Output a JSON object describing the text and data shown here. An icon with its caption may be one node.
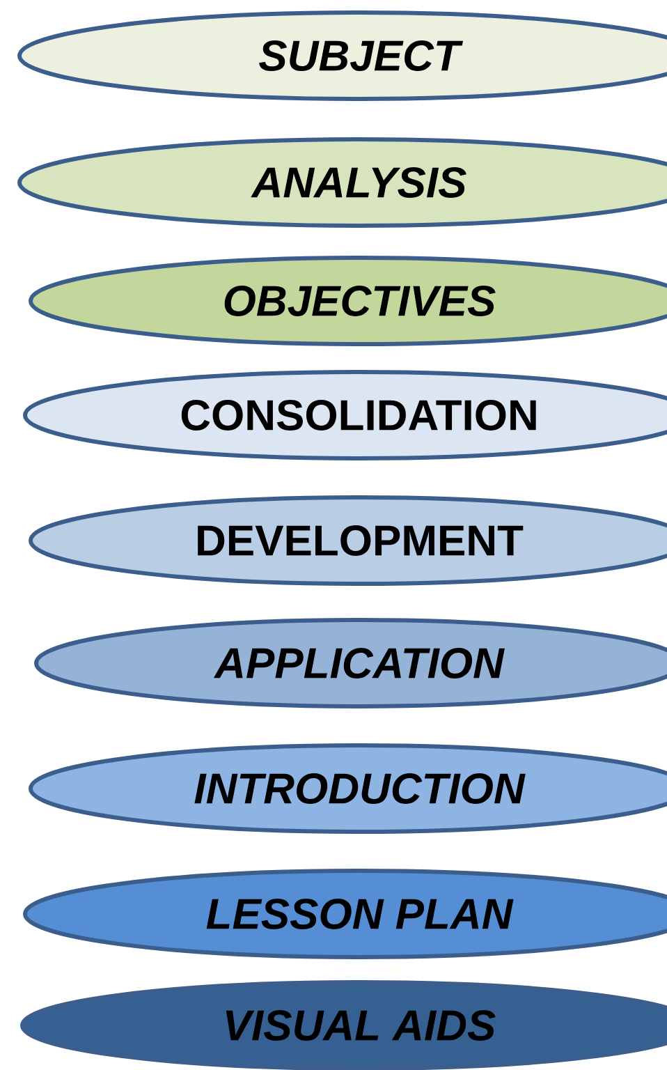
{
  "diagram": {
    "nodes": [
      {
        "text": [
          "SUBJECT"
        ]
      },
      {
        "text": [
          "ANALYSIS"
        ]
      },
      {
        "text": [
          "OBJECTIVES"
        ]
      },
      {
        "text": [
          "CONSOLIDATION"
        ]
      },
      {
        "text": [
          "DEVELOPMENT"
        ]
      },
      {
        "text": [
          "APPLICATION"
        ]
      },
      {
        "text": [
          "INTRODUCTION"
        ]
      },
      {
        "text": [
          "LESSON PLAN"
        ]
      },
      {
        "text": [
          "VISUAL AIDS"
        ]
      }
    ]
  }
}
